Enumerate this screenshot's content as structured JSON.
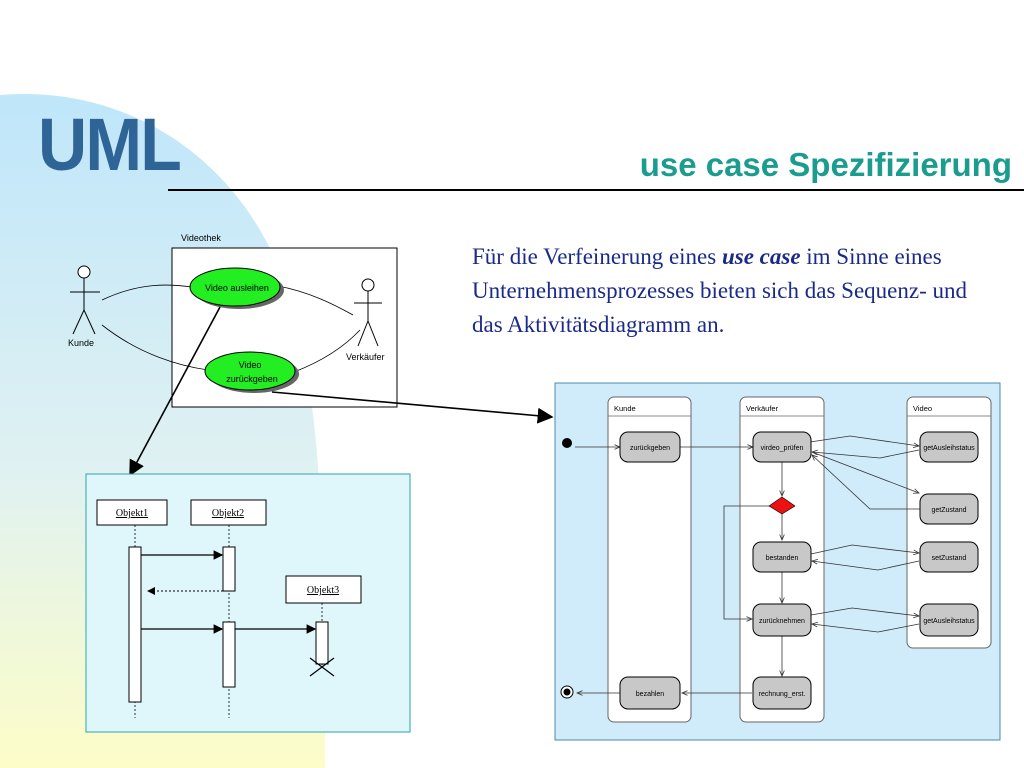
{
  "slide": {
    "title": "UML",
    "subtitle": "use case Spezifizierung",
    "body_before": "Für die Verfeinerung eines ",
    "body_emph": "use case",
    "body_after": " im Sinne eines Unternehmensprozesses bieten sich das Sequenz- und das Aktivitätsdiagramm an."
  },
  "usecase": {
    "system_label": "Videothek",
    "actor_customer": "Kunde",
    "actor_seller": "Verkäufer",
    "uc_rent": "Video ausleihen",
    "uc_return_line1": "Video",
    "uc_return_line2": "zurückgeben"
  },
  "sequence": {
    "obj1": "Objekt1",
    "obj2": "Objekt2",
    "obj3": "Objekt3"
  },
  "activity": {
    "lane_customer": "Kunde",
    "lane_seller": "Verkäufer",
    "lane_video": "Video",
    "act_return": "zurückgeben",
    "act_check": "virdeo_prüfen",
    "act_getstatus1": "getAusleihstatus",
    "act_getzustand": "getZustand",
    "act_passed": "bestanden",
    "act_setzustand": "setZustand",
    "act_takeback": "zurücknehmen",
    "act_getstatus2": "getAusleihstatus",
    "act_pay": "bezahlen",
    "act_invoice": "rechnung_erst."
  },
  "colors": {
    "title": "#2f6496",
    "subtitle": "#1a9d8f",
    "body_text": "#1a2a8a",
    "usecase_fill": "#22ee22",
    "seq_bg": "#dff6fb",
    "activity_bg": "#d0ecfb",
    "decision": "#ee1111"
  }
}
